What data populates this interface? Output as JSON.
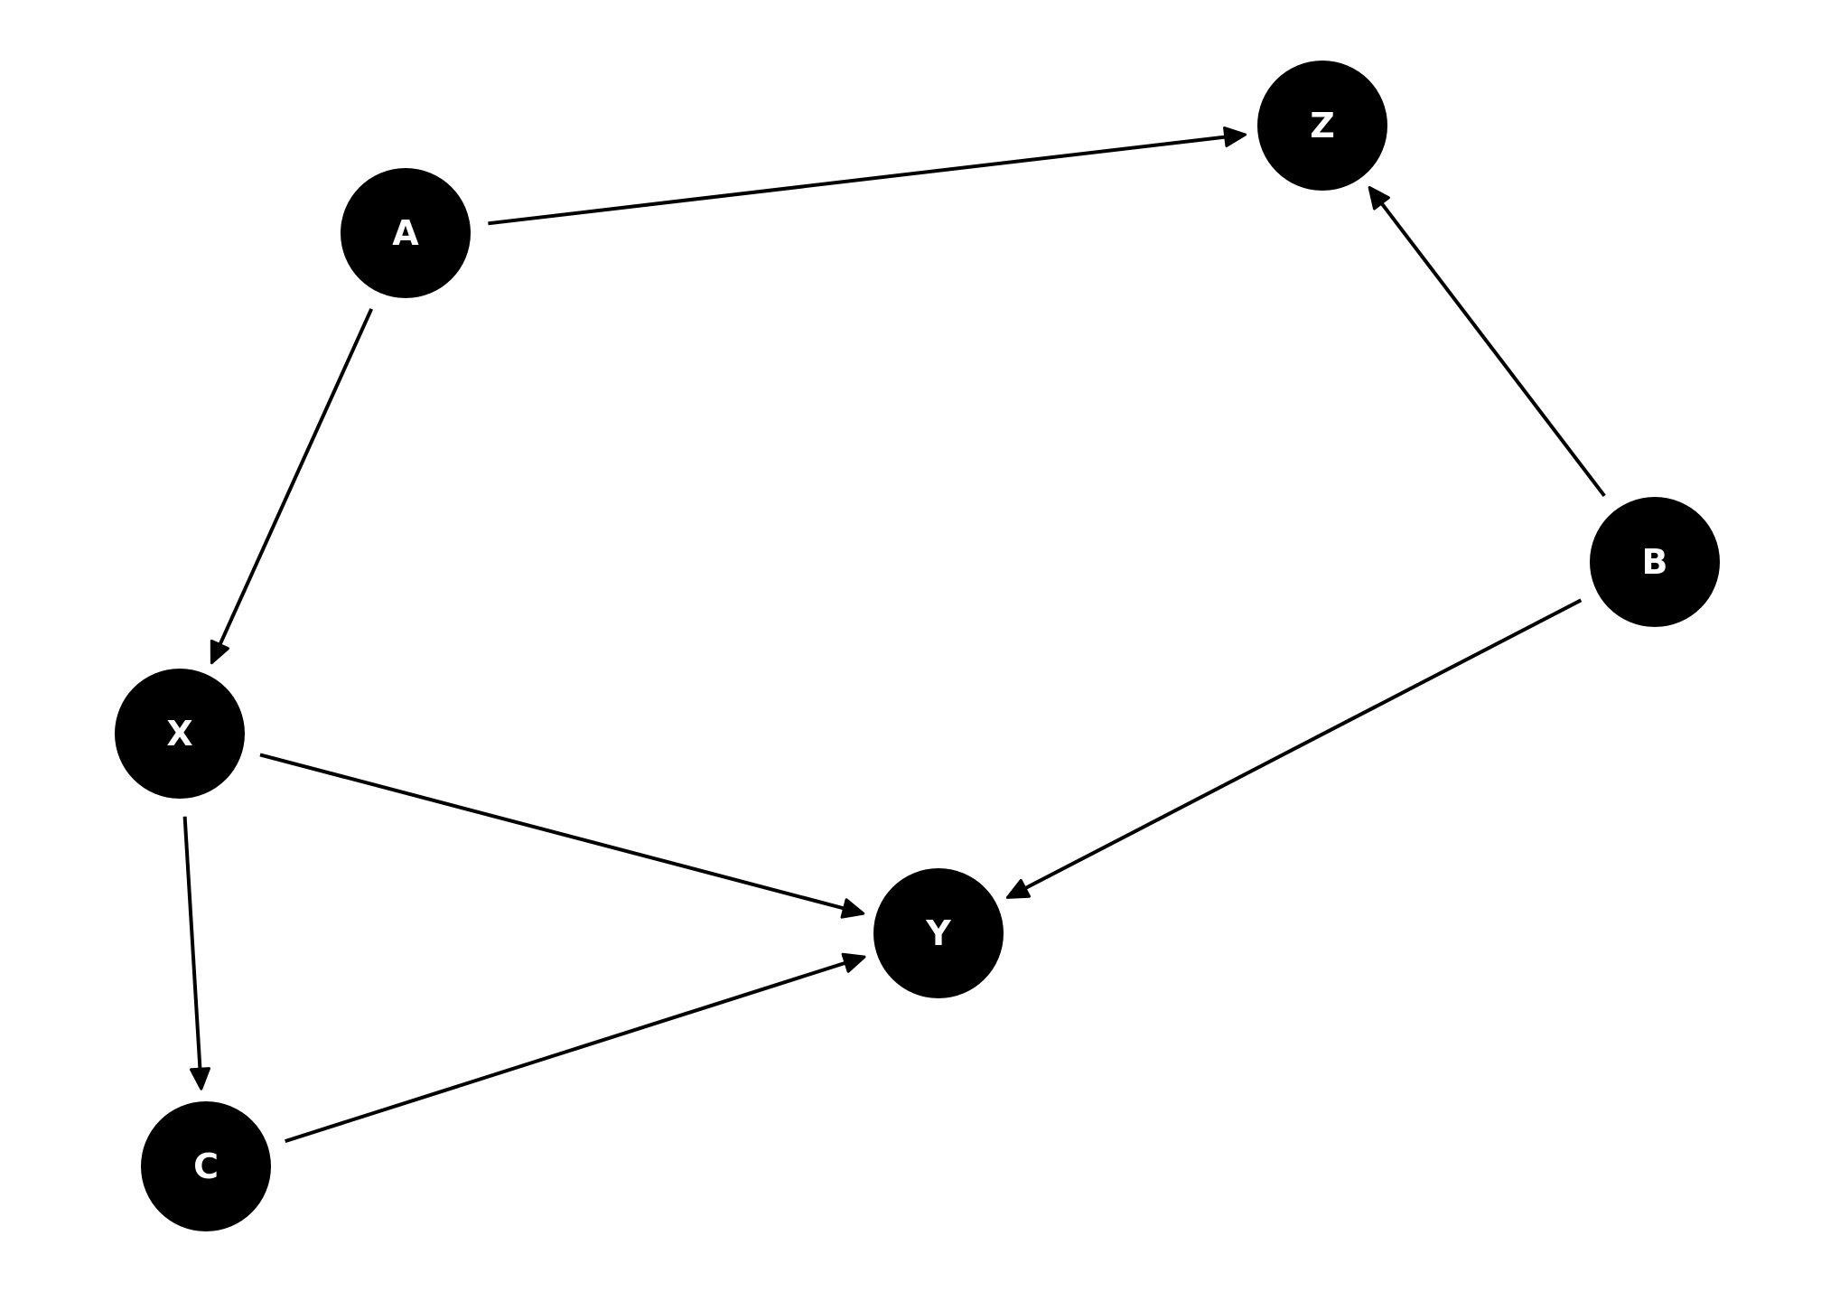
{
  "diagram": {
    "type": "directed-graph",
    "node_color": "#000000",
    "label_color": "#ffffff",
    "edge_color": "#000000",
    "nodes": [
      {
        "id": "A",
        "label": "A"
      },
      {
        "id": "Z",
        "label": "Z"
      },
      {
        "id": "X",
        "label": "X"
      },
      {
        "id": "B",
        "label": "B"
      },
      {
        "id": "Y",
        "label": "Y"
      },
      {
        "id": "C",
        "label": "C"
      }
    ],
    "edges": [
      {
        "from": "A",
        "to": "Z"
      },
      {
        "from": "A",
        "to": "X"
      },
      {
        "from": "B",
        "to": "Z"
      },
      {
        "from": "B",
        "to": "Y"
      },
      {
        "from": "X",
        "to": "Y"
      },
      {
        "from": "X",
        "to": "C"
      },
      {
        "from": "C",
        "to": "Y"
      }
    ]
  }
}
